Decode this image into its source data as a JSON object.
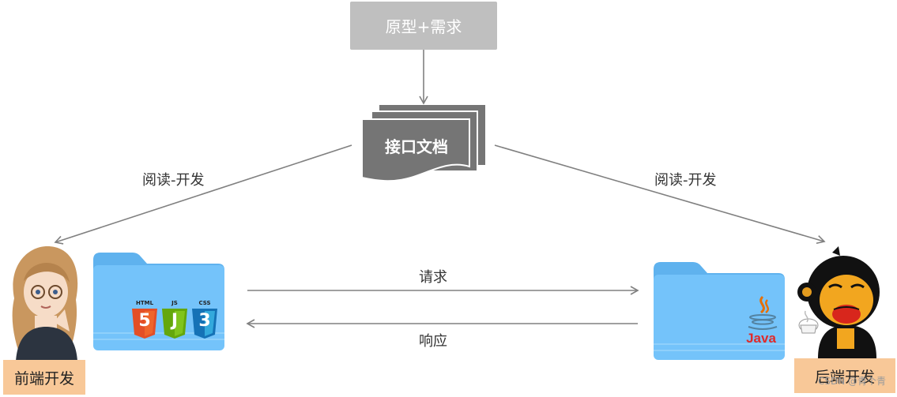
{
  "nodes": {
    "prototype": "原型+需求",
    "api_doc": "接口文档",
    "frontend": "前端开发",
    "backend": "后端开发"
  },
  "edges": {
    "read_left": "阅读-开发",
    "read_right": "阅读-开发",
    "request": "请求",
    "response": "响应"
  },
  "icons": {
    "frontend_folder": "folder-icon",
    "html": "HTML",
    "js": "JS",
    "css": "CSS",
    "html_num": "5",
    "js_letter": "J",
    "css_num": "3",
    "java": "Java"
  },
  "watermark": "CSDN @青个青",
  "colors": {
    "gray_box": "#bfbfbf",
    "doc_gray": "#757575",
    "line_gray": "#808080",
    "folder_blue": "#70c1f9",
    "tag_orange": "#f8c898"
  }
}
